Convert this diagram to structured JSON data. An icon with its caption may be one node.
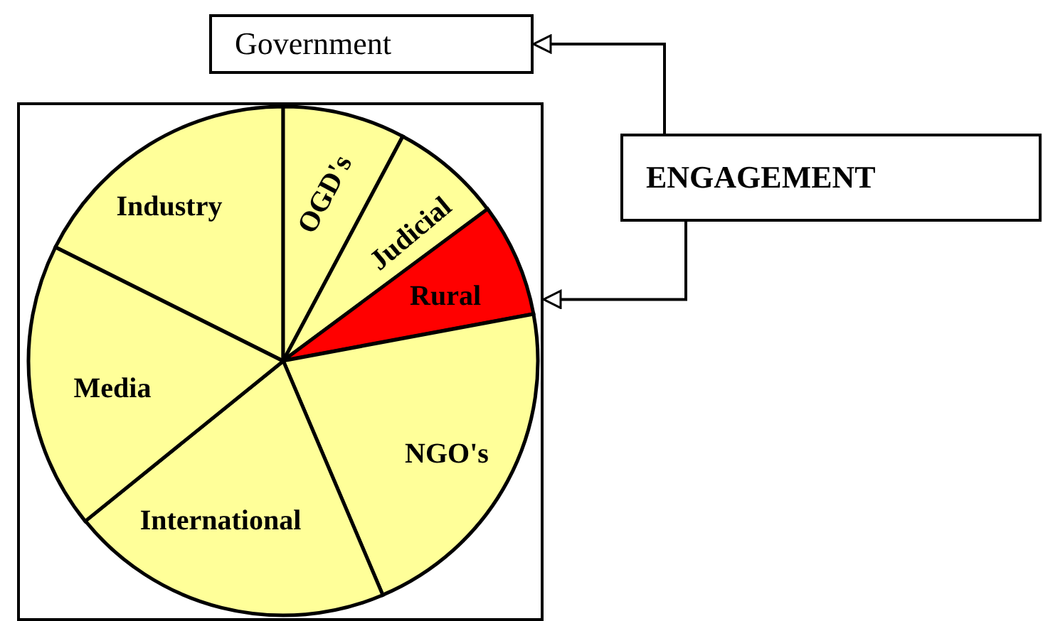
{
  "diagram": {
    "nodes": [
      {
        "text": [
          "Government"
        ]
      },
      {
        "text": [
          "ENGAGEMENT"
        ]
      },
      {
        "text": [],
        "shape": "box"
      },
      {
        "text": [
          "Industry"
        ],
        "in": 2
      },
      {
        "text": [
          "OGD's"
        ],
        "in": 2
      },
      {
        "text": [
          "Judicial"
        ],
        "in": 2
      },
      {
        "text": [
          "Rural"
        ],
        "in": 2
      },
      {
        "text": [
          "NGO's"
        ],
        "in": 2
      },
      {
        "text": [
          "International"
        ],
        "in": 2
      },
      {
        "text": [
          "Media"
        ],
        "in": 2
      }
    ],
    "edges": [
      {
        "from": 1,
        "to": 0,
        "arrow": "to"
      },
      {
        "from": 1,
        "to": 2,
        "arrow": "to"
      }
    ]
  }
}
